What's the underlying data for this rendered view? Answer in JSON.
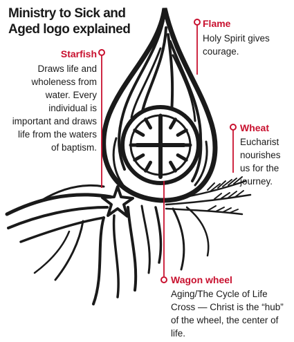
{
  "title": "Ministry to Sick and Aged logo explained",
  "accent_color": "#c8102e",
  "ink_color": "#1a1a1a",
  "callouts": {
    "flame": {
      "label": "Flame",
      "text": "Holy Spirit gives courage."
    },
    "starfish": {
      "label": "Starfish",
      "text": "Draws life and wholeness from water. Every individual is important and draws life from the waters of baptism."
    },
    "wheat": {
      "label": "Wheat",
      "text": "Eucharist nourishes us for the journey."
    },
    "wagon_wheel": {
      "label": "Wagon wheel",
      "text": "Aging/The Cycle of Life Cross — Christ is the “hub” of the wheel, the center of life."
    }
  }
}
